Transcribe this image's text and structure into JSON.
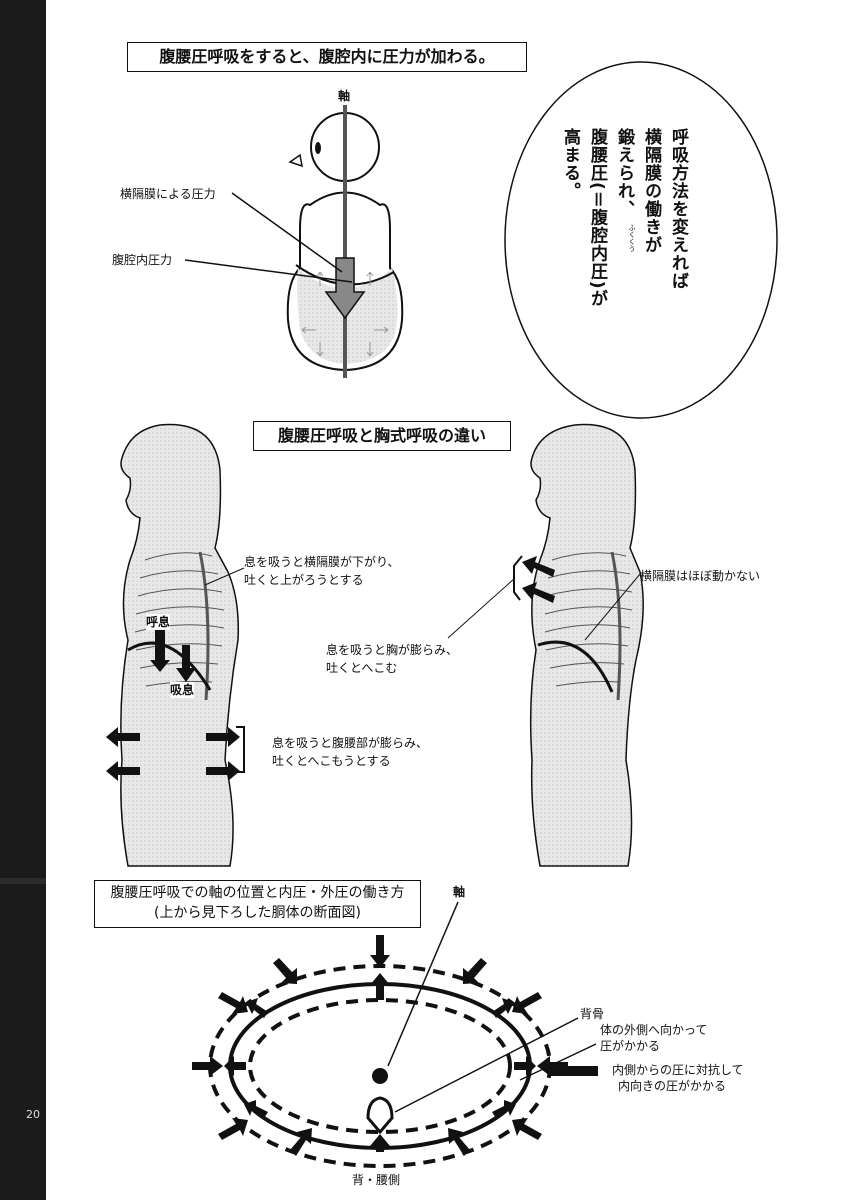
{
  "page_number": "20",
  "section1": {
    "title": "腹腰圧呼吸をすると、腹腔内に圧力が加わる。",
    "axis_label": "軸",
    "diaphragm_label": "横隔膜による圧力",
    "abdomen_label": "腹腔内圧力",
    "bubble_lines": [
      "呼吸方法を変えれば",
      "横隔膜の働きが",
      "鍛えられ、",
      "腹腰圧(＝腹腔内圧)が",
      "高まる。"
    ],
    "ruby": "ふくくう"
  },
  "section2": {
    "title": "腹腰圧呼吸と胸式呼吸の違い",
    "left": {
      "diaphragm_note": [
        "息を吸うと横隔膜が下がり、",
        "吐くと上がろうとする"
      ],
      "exhale_label": "呼息",
      "inhale_label": "吸息",
      "abdomen_note": [
        "息を吸うと腹腰部が膨らみ、",
        "吐くとへこもうとする"
      ]
    },
    "right": {
      "diaphragm_note": "横隔膜はほぼ動かない",
      "chest_note": [
        "息を吸うと胸が膨らみ、",
        "吐くとへこむ"
      ]
    }
  },
  "section3": {
    "title_lines": [
      "腹腰圧呼吸での軸の位置と内圧・外圧の働き方",
      "(上から見下ろした胴体の断面図)"
    ],
    "axis_label": "軸",
    "spine_label": "背骨",
    "outward_note": [
      "体の外側へ向かって",
      "圧がかかる"
    ],
    "inward_note": [
      "内側からの圧に対抗して",
      "内向きの圧がかかる"
    ],
    "back_label": "背・腰側"
  }
}
